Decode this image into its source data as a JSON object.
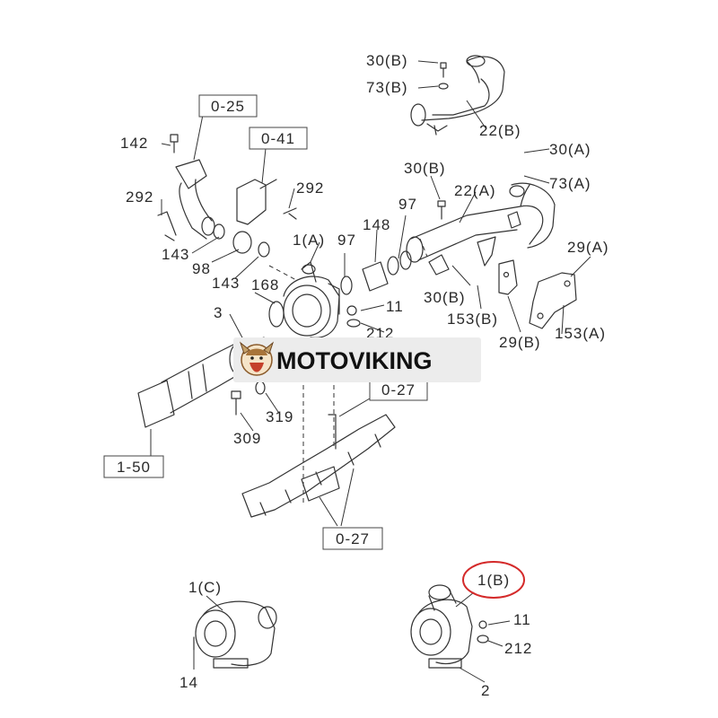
{
  "refs": {
    "r0_25": "0-25",
    "r0_41": "0-41",
    "r0_27": "0-27",
    "r1_50": "1-50",
    "r0_27b": "0-27"
  },
  "labels": {
    "l30b_top": "30(B)",
    "l73b_top": "73(B)",
    "l22b": "22(B)",
    "l30a": "30(A)",
    "l73a": "73(A)",
    "l30b_mid": "30(B)",
    "l22a": "22(A)",
    "l148": "148",
    "l97a": "97",
    "l97b": "97",
    "l1a": "1(A)",
    "l11_mid": "11",
    "l212_mid": "212",
    "l30b_low": "30(B)",
    "l153b": "153(B)",
    "l29b": "29(B)",
    "l153a": "153(A)",
    "l29a": "29(A)",
    "l142": "142",
    "l292_left": "292",
    "l292_right": "292",
    "l143_top": "143",
    "l98": "98",
    "l143_low": "143",
    "l168": "168",
    "l3": "3",
    "l319": "319",
    "l309": "309",
    "l1c": "1(C)",
    "l14": "14",
    "l1b": "1(B)",
    "l11_low": "11",
    "l212_low": "212",
    "l2": "2"
  },
  "watermark": {
    "text": "MOTOVIKING",
    "logo_icon": "viking-logo-icon"
  },
  "colors": {
    "highlight": "#d42a2a",
    "line": "#333333",
    "text": "#2a2a2a"
  }
}
